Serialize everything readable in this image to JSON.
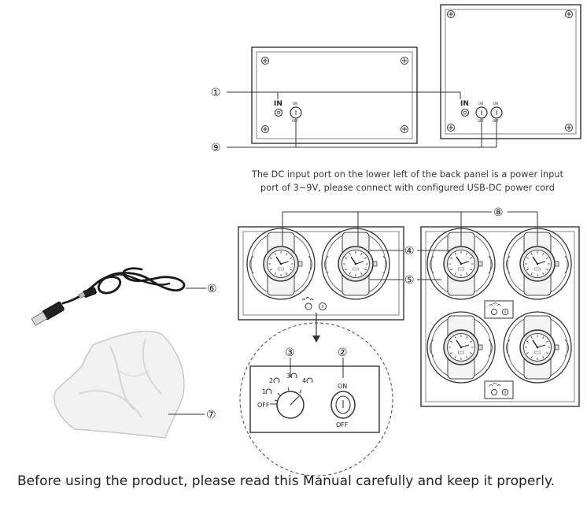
{
  "callouts": {
    "c1": "①",
    "c2": "②",
    "c3": "③",
    "c4": "④",
    "c5": "⑤",
    "c6": "⑥",
    "c7": "⑦",
    "c8": "⑧",
    "c9": "⑨"
  },
  "port_label": "IN",
  "switch": {
    "on": "ON",
    "off": "OFF"
  },
  "dial": {
    "off": "OFF",
    "p1": "1",
    "p2": "2",
    "p3": "3",
    "p4": "4"
  },
  "note": {
    "line1": "The DC input port on the lower left of the back panel is a power input",
    "line2": "port of 3~9V, please connect with configured USB-DC power cord"
  },
  "footer": "Before using the product, please read this Manual carefully and keep it properly.",
  "colors": {
    "stroke": "#333333",
    "accent": "#222222"
  }
}
